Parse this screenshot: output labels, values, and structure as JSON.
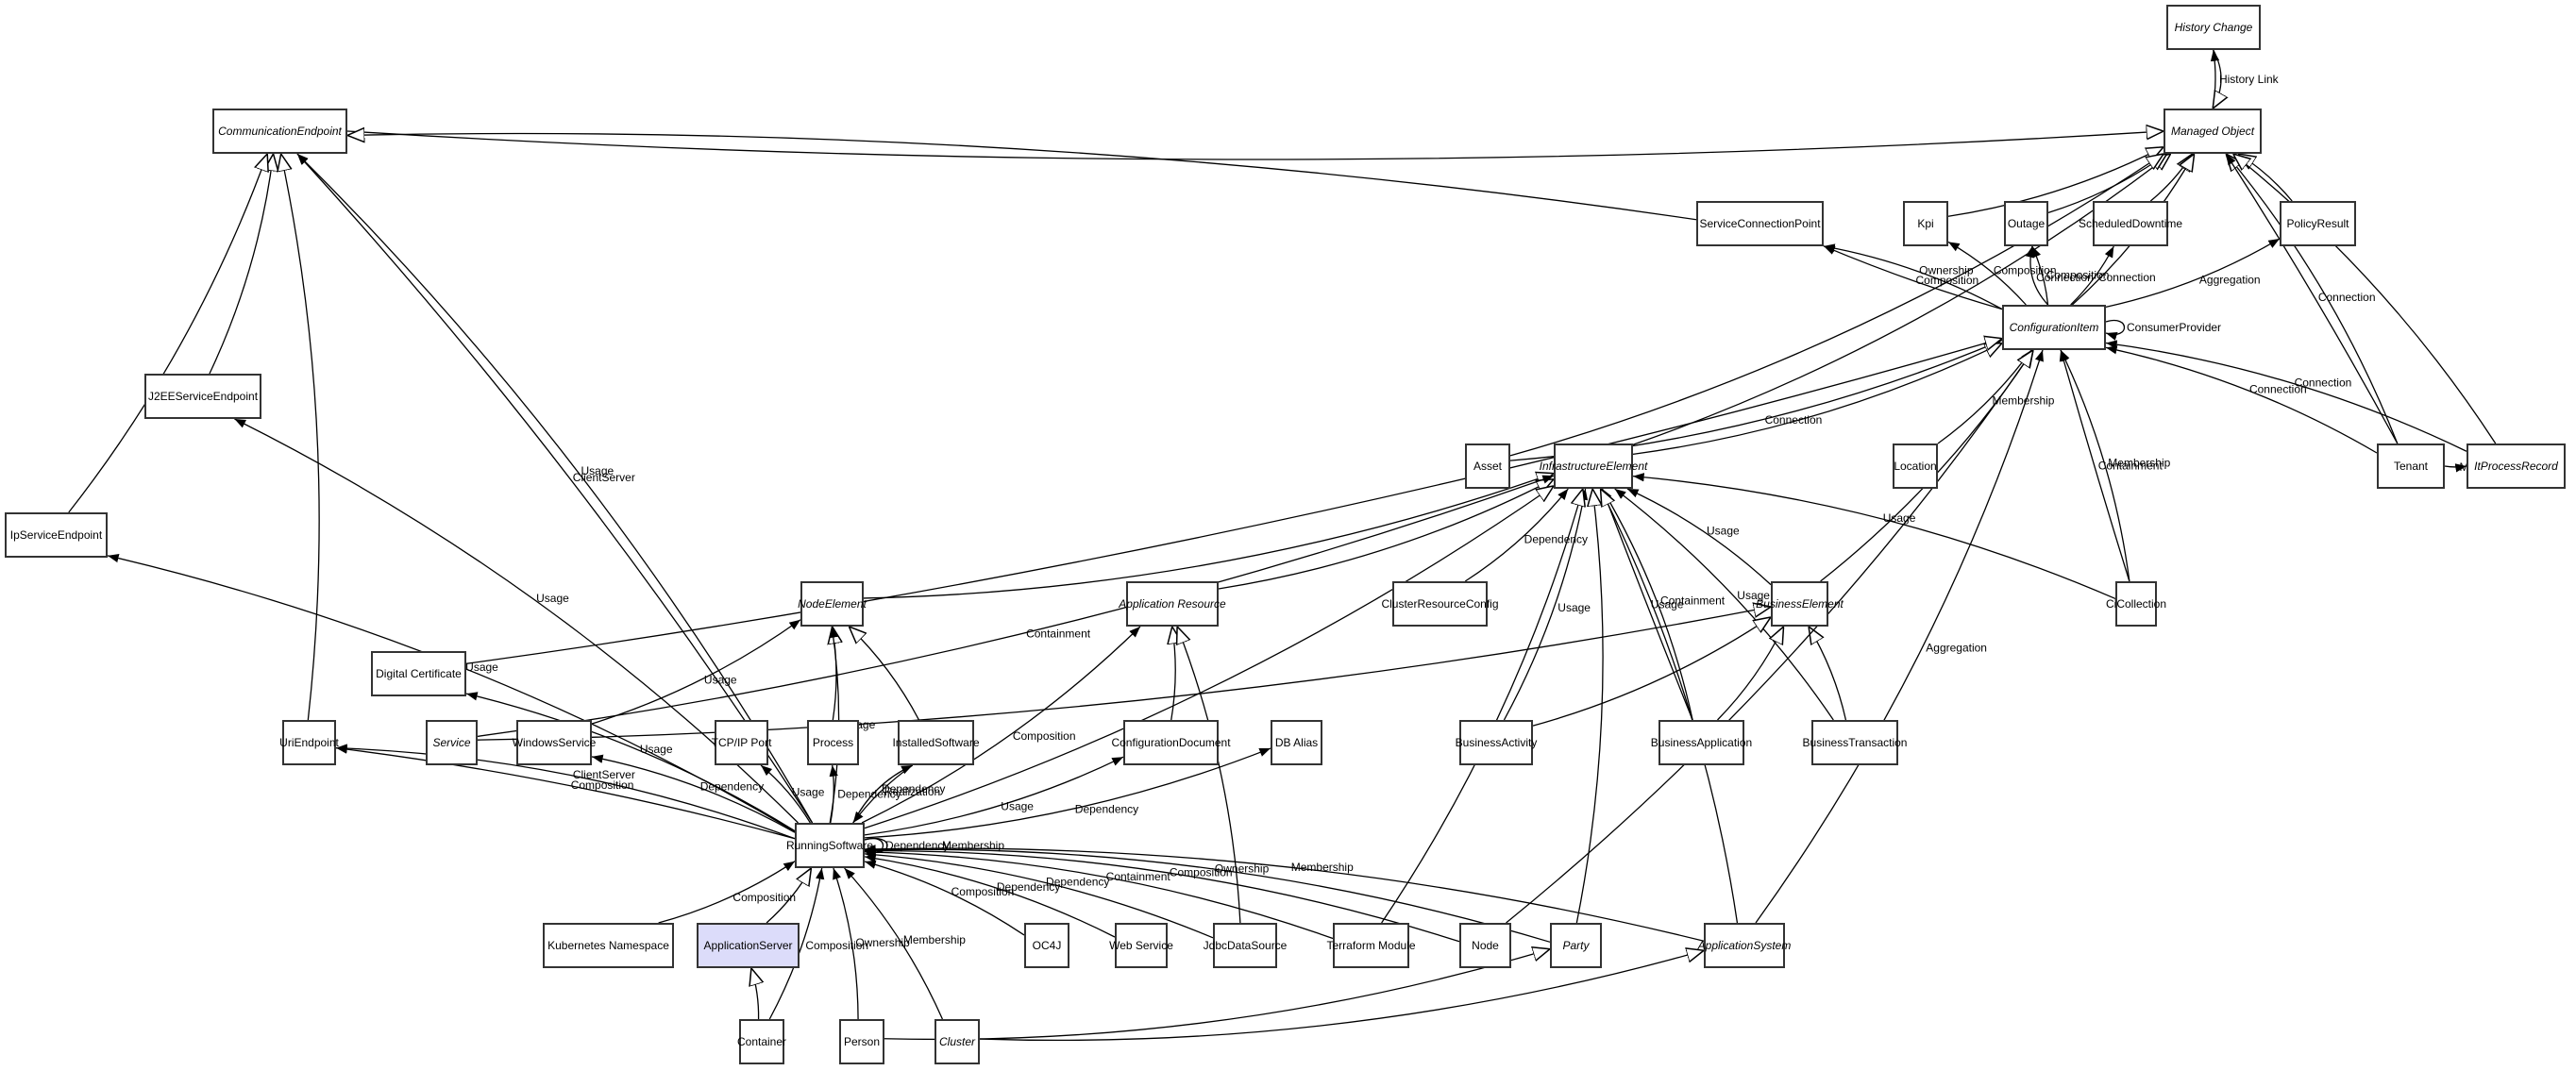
{
  "diagram": {
    "nodes": [
      {
        "id": "HistoryChange",
        "label": "History Change",
        "abstract": true
      },
      {
        "id": "ManagedObject",
        "label": "Managed Object",
        "abstract": true
      },
      {
        "id": "CommunicationEndpoint",
        "label": "CommunicationEndpoint",
        "abstract": true
      },
      {
        "id": "ServiceConnectionPoint",
        "label": "ServiceConnectionPoint",
        "abstract": false
      },
      {
        "id": "Kpi",
        "label": "Kpi",
        "abstract": false
      },
      {
        "id": "Outage",
        "label": "Outage",
        "abstract": false
      },
      {
        "id": "ScheduledDowntime",
        "label": "ScheduledDowntime",
        "abstract": false
      },
      {
        "id": "PolicyResult",
        "label": "PolicyResult",
        "abstract": false
      },
      {
        "id": "ConfigurationItem",
        "label": "ConfigurationItem",
        "abstract": true
      },
      {
        "id": "J2EEServiceEndpoint",
        "label": "J2EEServiceEndpoint",
        "abstract": false
      },
      {
        "id": "Asset",
        "label": "Asset",
        "abstract": false
      },
      {
        "id": "InfrastructureElement",
        "label": "InfrastructureElement",
        "abstract": true
      },
      {
        "id": "Location",
        "label": "Location",
        "abstract": false
      },
      {
        "id": "Tenant",
        "label": "Tenant",
        "abstract": false
      },
      {
        "id": "ItProcessRecord",
        "label": "ItProcessRecord",
        "abstract": true
      },
      {
        "id": "IpServiceEndpoint",
        "label": "IpServiceEndpoint",
        "abstract": false
      },
      {
        "id": "NodeElement",
        "label": "NodeElement",
        "abstract": true
      },
      {
        "id": "ApplicationResource",
        "label": "Application Resource",
        "abstract": true
      },
      {
        "id": "ClusterResourceConfig",
        "label": "ClusterResourceConfig",
        "abstract": false
      },
      {
        "id": "BusinessElement",
        "label": "BusinessElement",
        "abstract": true
      },
      {
        "id": "CiCollection",
        "label": "CiCollection",
        "abstract": false
      },
      {
        "id": "DigitalCertificate",
        "label": "Digital Certificate",
        "abstract": false
      },
      {
        "id": "UriEndpoint",
        "label": "UriEndpoint",
        "abstract": false
      },
      {
        "id": "Service",
        "label": "Service",
        "abstract": true
      },
      {
        "id": "WindowsService",
        "label": "WindowsService",
        "abstract": false
      },
      {
        "id": "TcpIpPort",
        "label": "TCP/IP Port",
        "abstract": false
      },
      {
        "id": "Process",
        "label": "Process",
        "abstract": false
      },
      {
        "id": "InstalledSoftware",
        "label": "InstalledSoftware",
        "abstract": false
      },
      {
        "id": "ConfigurationDocument",
        "label": "ConfigurationDocument",
        "abstract": false
      },
      {
        "id": "DbAlias",
        "label": "DB Alias",
        "abstract": false
      },
      {
        "id": "BusinessActivity",
        "label": "BusinessActivity",
        "abstract": false
      },
      {
        "id": "BusinessApplication",
        "label": "BusinessApplication",
        "abstract": false
      },
      {
        "id": "BusinessTransaction",
        "label": "BusinessTransaction",
        "abstract": false
      },
      {
        "id": "RunningSoftware",
        "label": "RunningSoftware",
        "abstract": false
      },
      {
        "id": "KubernetesNamespace",
        "label": "Kubernetes Namespace",
        "abstract": false
      },
      {
        "id": "ApplicationServer",
        "label": "ApplicationServer",
        "abstract": false,
        "highlight": true
      },
      {
        "id": "OC4J",
        "label": "OC4J",
        "abstract": false
      },
      {
        "id": "WebService",
        "label": "Web Service",
        "abstract": false
      },
      {
        "id": "JdbcDataSource",
        "label": "JdbcDataSource",
        "abstract": false
      },
      {
        "id": "TerraformModule",
        "label": "Terraform Module",
        "abstract": false
      },
      {
        "id": "Node",
        "label": "Node",
        "abstract": false
      },
      {
        "id": "Party",
        "label": "Party",
        "abstract": true
      },
      {
        "id": "ApplicationSystem",
        "label": "ApplicationSystem",
        "abstract": true
      },
      {
        "id": "Container",
        "label": "Container",
        "abstract": false
      },
      {
        "id": "Person",
        "label": "Person",
        "abstract": false
      },
      {
        "id": "Cluster",
        "label": "Cluster",
        "abstract": true
      }
    ],
    "edges": [
      {
        "from": "ManagedObject",
        "to": "HistoryChange",
        "type": "association",
        "label": "History Link"
      },
      {
        "from": "HistoryChange",
        "to": "ManagedObject",
        "type": "inheritance",
        "label": ""
      },
      {
        "from": "CommunicationEndpoint",
        "to": "ManagedObject",
        "type": "inheritance",
        "label": ""
      },
      {
        "from": "InfrastructureElement",
        "to": "ManagedObject",
        "type": "inheritance",
        "label": ""
      },
      {
        "from": "ServiceConnectionPoint",
        "to": "CommunicationEndpoint",
        "type": "inheritance",
        "label": ""
      },
      {
        "from": "Kpi",
        "to": "ManagedObject",
        "type": "inheritance",
        "label": ""
      },
      {
        "from": "Outage",
        "to": "ManagedObject",
        "type": "inheritance",
        "label": ""
      },
      {
        "from": "ScheduledDowntime",
        "to": "ManagedObject",
        "type": "inheritance",
        "label": ""
      },
      {
        "from": "ConfigurationItem",
        "to": "ManagedObject",
        "type": "inheritance",
        "label": ""
      },
      {
        "from": "PolicyResult",
        "to": "ManagedObject",
        "type": "inheritance",
        "label": ""
      },
      {
        "from": "Tenant",
        "to": "ManagedObject",
        "type": "inheritance",
        "label": ""
      },
      {
        "from": "ItProcessRecord",
        "to": "ManagedObject",
        "type": "inheritance",
        "label": ""
      },
      {
        "from": "Asset",
        "to": "ManagedObject",
        "type": "inheritance",
        "label": ""
      },
      {
        "from": "Tenant",
        "to": "ManagedObject",
        "type": "association",
        "label": "Connection"
      },
      {
        "from": "ConfigurationItem",
        "to": "ServiceConnectionPoint",
        "type": "association",
        "label": "Ownership"
      },
      {
        "from": "ConfigurationItem",
        "to": "ServiceConnectionPoint",
        "type": "association",
        "label": "Composition"
      },
      {
        "from": "ConfigurationItem",
        "to": "Kpi",
        "type": "association",
        "label": "Composition"
      },
      {
        "from": "ConfigurationItem",
        "to": "Outage",
        "type": "association",
        "label": "Composition"
      },
      {
        "from": "ConfigurationItem",
        "to": "Outage",
        "type": "association",
        "label": "Connection"
      },
      {
        "from": "ConfigurationItem",
        "to": "ScheduledDowntime",
        "type": "association",
        "label": "Connection"
      },
      {
        "from": "ConfigurationItem",
        "to": "PolicyResult",
        "type": "association",
        "label": "Aggregation"
      },
      {
        "from": "ConfigurationItem",
        "to": "ConfigurationItem",
        "type": "association",
        "label": "ConsumerProvider"
      },
      {
        "from": "Asset",
        "to": "ConfigurationItem",
        "type": "association",
        "label": "Connection"
      },
      {
        "from": "InfrastructureElement",
        "to": "ConfigurationItem",
        "type": "inheritance",
        "label": ""
      },
      {
        "from": "Location",
        "to": "ConfigurationItem",
        "type": "association",
        "label": "Membership"
      },
      {
        "from": "Tenant",
        "to": "ConfigurationItem",
        "type": "association",
        "label": "Connection"
      },
      {
        "from": "ItProcessRecord",
        "to": "ConfigurationItem",
        "type": "association",
        "label": "Connection"
      },
      {
        "from": "Tenant",
        "to": "ItProcessRecord",
        "type": "association",
        "label": "Membership"
      },
      {
        "from": "CiCollection",
        "to": "ConfigurationItem",
        "type": "association",
        "label": "Membership"
      },
      {
        "from": "CiCollection",
        "to": "ConfigurationItem",
        "type": "association",
        "label": "Containment"
      },
      {
        "from": "BusinessElement",
        "to": "ConfigurationItem",
        "type": "inheritance",
        "label": ""
      },
      {
        "from": "ApplicationSystem",
        "to": "ConfigurationItem",
        "type": "association",
        "label": "Aggregation"
      },
      {
        "from": "J2EEServiceEndpoint",
        "to": "CommunicationEndpoint",
        "type": "inheritance",
        "label": ""
      },
      {
        "from": "IpServiceEndpoint",
        "to": "CommunicationEndpoint",
        "type": "inheritance",
        "label": ""
      },
      {
        "from": "UriEndpoint",
        "to": "CommunicationEndpoint",
        "type": "inheritance",
        "label": ""
      },
      {
        "from": "RunningSoftware",
        "to": "CommunicationEndpoint",
        "type": "association",
        "label": "Usage"
      },
      {
        "from": "RunningSoftware",
        "to": "CommunicationEndpoint",
        "type": "association",
        "label": "ClientServer"
      },
      {
        "from": "RunningSoftware",
        "to": "J2EEServiceEndpoint",
        "type": "association",
        "label": "Usage"
      },
      {
        "from": "RunningSoftware",
        "to": "IpServiceEndpoint",
        "type": "association",
        "label": "Usage"
      },
      {
        "from": "DigitalCertificate",
        "to": "ConfigurationItem",
        "type": "inheritance",
        "label": ""
      },
      {
        "from": "NodeElement",
        "to": "InfrastructureElement",
        "type": "inheritance",
        "label": ""
      },
      {
        "from": "ApplicationResource",
        "to": "InfrastructureElement",
        "type": "inheritance",
        "label": ""
      },
      {
        "from": "ClusterResourceConfig",
        "to": "InfrastructureElement",
        "type": "association",
        "label": "Dependency"
      },
      {
        "from": "Service",
        "to": "InfrastructureElement",
        "type": "association",
        "label": "Containment"
      },
      {
        "from": "BusinessActivity",
        "to": "InfrastructureElement",
        "type": "association",
        "label": "Usage"
      },
      {
        "from": "BusinessApplication",
        "to": "InfrastructureElement",
        "type": "association",
        "label": "Containment"
      },
      {
        "from": "BusinessApplication",
        "to": "InfrastructureElement",
        "type": "association",
        "label": "Usage"
      },
      {
        "from": "BusinessElement",
        "to": "InfrastructureElement",
        "type": "association",
        "label": "Usage"
      },
      {
        "from": "BusinessTransaction",
        "to": "InfrastructureElement",
        "type": "association",
        "label": "Usage"
      },
      {
        "from": "CiCollection",
        "to": "InfrastructureElement",
        "type": "association",
        "label": "Usage"
      },
      {
        "from": "WindowsService",
        "to": "NodeElement",
        "type": "association",
        "label": "Usage"
      },
      {
        "from": "Process",
        "to": "NodeElement",
        "type": "inheritance",
        "label": ""
      },
      {
        "from": "InstalledSoftware",
        "to": "NodeElement",
        "type": "inheritance",
        "label": ""
      },
      {
        "from": "ConfigurationDocument",
        "to": "ApplicationResource",
        "type": "inheritance",
        "label": ""
      },
      {
        "from": "JdbcDataSource",
        "to": "ApplicationResource",
        "type": "inheritance",
        "label": ""
      },
      {
        "from": "Service",
        "to": "BusinessElement",
        "type": "inheritance",
        "label": ""
      },
      {
        "from": "BusinessActivity",
        "to": "BusinessElement",
        "type": "inheritance",
        "label": ""
      },
      {
        "from": "BusinessApplication",
        "to": "BusinessElement",
        "type": "inheritance",
        "label": ""
      },
      {
        "from": "BusinessTransaction",
        "to": "BusinessElement",
        "type": "inheritance",
        "label": ""
      },
      {
        "from": "RunningSoftware",
        "to": "UriEndpoint",
        "type": "association",
        "label": "ClientServer"
      },
      {
        "from": "RunningSoftware",
        "to": "UriEndpoint",
        "type": "association",
        "label": "Composition"
      },
      {
        "from": "RunningSoftware",
        "to": "DigitalCertificate",
        "type": "association",
        "label": "Usage"
      },
      {
        "from": "RunningSoftware",
        "to": "WindowsService",
        "type": "association",
        "label": "Dependency"
      },
      {
        "from": "RunningSoftware",
        "to": "NodeElement",
        "type": "association",
        "label": "Usage"
      },
      {
        "from": "RunningSoftware",
        "to": "TcpIpPort",
        "type": "association",
        "label": "Usage"
      },
      {
        "from": "RunningSoftware",
        "to": "Process",
        "type": "association",
        "label": "Dependency"
      },
      {
        "from": "InstalledSoftware",
        "to": "RunningSoftware",
        "type": "association",
        "label": "Realization"
      },
      {
        "from": "RunningSoftware",
        "to": "InstalledSoftware",
        "type": "association",
        "label": "Dependency"
      },
      {
        "from": "RunningSoftware",
        "to": "ApplicationResource",
        "type": "association",
        "label": "Composition"
      },
      {
        "from": "RunningSoftware",
        "to": "ConfigurationDocument",
        "type": "association",
        "label": "Usage"
      },
      {
        "from": "RunningSoftware",
        "to": "DbAlias",
        "type": "association",
        "label": "Dependency"
      },
      {
        "from": "RunningSoftware",
        "to": "InfrastructureElement",
        "type": "inheritance",
        "label": ""
      },
      {
        "from": "RunningSoftware",
        "to": "RunningSoftware",
        "type": "association",
        "label": "Dependency"
      },
      {
        "from": "RunningSoftware",
        "to": "RunningSoftware",
        "type": "association",
        "label": "Membership"
      },
      {
        "from": "KubernetesNamespace",
        "to": "RunningSoftware",
        "type": "association",
        "label": "Composition"
      },
      {
        "from": "ApplicationServer",
        "to": "RunningSoftware",
        "type": "inheritance",
        "label": ""
      },
      {
        "from": "Container",
        "to": "ApplicationServer",
        "type": "inheritance",
        "label": ""
      },
      {
        "from": "Container",
        "to": "RunningSoftware",
        "type": "association",
        "label": "Composition"
      },
      {
        "from": "Cluster",
        "to": "RunningSoftware",
        "type": "association",
        "label": "Membership"
      },
      {
        "from": "Person",
        "to": "RunningSoftware",
        "type": "association",
        "label": "Ownership"
      },
      {
        "from": "OC4J",
        "to": "RunningSoftware",
        "type": "association",
        "label": "Composition"
      },
      {
        "from": "WebService",
        "to": "RunningSoftware",
        "type": "association",
        "label": "Dependency"
      },
      {
        "from": "JdbcDataSource",
        "to": "RunningSoftware",
        "type": "association",
        "label": "Dependency"
      },
      {
        "from": "TerraformModule",
        "to": "RunningSoftware",
        "type": "association",
        "label": "Containment"
      },
      {
        "from": "Node",
        "to": "RunningSoftware",
        "type": "association",
        "label": "Composition"
      },
      {
        "from": "Party",
        "to": "RunningSoftware",
        "type": "association",
        "label": "Ownership"
      },
      {
        "from": "ApplicationSystem",
        "to": "RunningSoftware",
        "type": "association",
        "label": "Membership"
      },
      {
        "from": "TerraformModule",
        "to": "InfrastructureElement",
        "type": "inheritance",
        "label": ""
      },
      {
        "from": "Node",
        "to": "ConfigurationItem",
        "type": "inheritance",
        "label": ""
      },
      {
        "from": "Party",
        "to": "InfrastructureElement",
        "type": "inheritance",
        "label": ""
      },
      {
        "from": "ApplicationSystem",
        "to": "InfrastructureElement",
        "type": "inheritance",
        "label": ""
      },
      {
        "from": "Person",
        "to": "Party",
        "type": "inheritance",
        "label": ""
      },
      {
        "from": "Cluster",
        "to": "ApplicationSystem",
        "type": "inheritance",
        "label": ""
      }
    ]
  }
}
